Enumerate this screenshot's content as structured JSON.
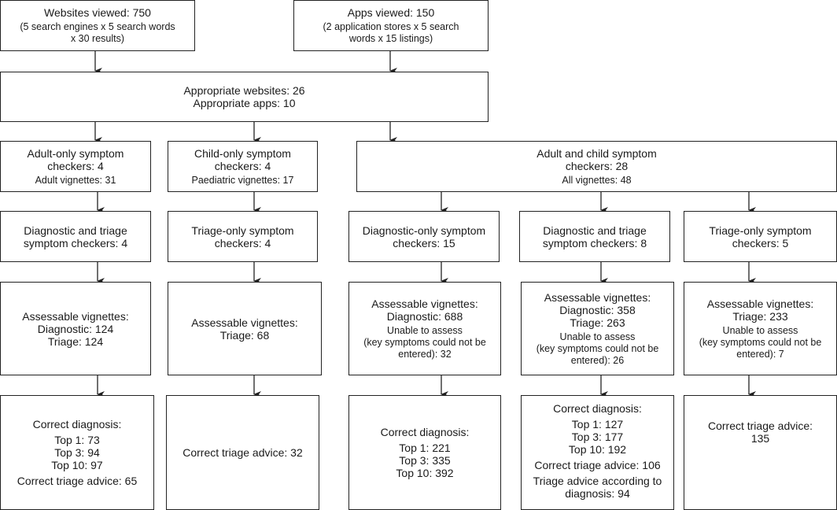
{
  "websites": {
    "title": "Websites viewed: 750",
    "detail": "(5 search engines x 5 search words\nx 30 results)"
  },
  "apps": {
    "title": "Apps viewed: 150",
    "detail": "(2 application stores x 5 search\nwords x 15 listings)"
  },
  "appropriate": {
    "websites": "Appropriate websites: 26",
    "apps": "Appropriate apps: 10"
  },
  "adult": {
    "group": "Adult-only symptom\ncheckers: 4",
    "vignettes": "Adult vignettes: 31",
    "type": "Diagnostic and triage\nsymptom checkers: 4",
    "assess_title": "Assessable vignettes:",
    "assess_lines": "Diagnostic: 124\nTriage: 124",
    "result_title": "Correct diagnosis:",
    "result_lines": "Top 1: 73\nTop 3: 94\nTop 10: 97",
    "result_extra": "Correct triage advice: 65"
  },
  "child": {
    "group": "Child-only symptom\ncheckers: 4",
    "vignettes": "Paediatric vignettes: 17",
    "type": "Triage-only symptom\ncheckers: 4",
    "assess_title": "Assessable vignettes:",
    "assess_lines": "Triage: 68",
    "result_title": "Correct triage advice: 32"
  },
  "both": {
    "group": "Adult and child symptom\ncheckers: 28",
    "vignettes": "All vignettes: 48"
  },
  "diag_only": {
    "type": "Diagnostic-only symptom\ncheckers: 15",
    "assess_title": "Assessable vignettes:",
    "assess_lines": "Diagnostic: 688",
    "unable": "Unable to assess\n(key symptoms could not be\nentered): 32",
    "result_title": "Correct diagnosis:",
    "result_lines": "Top 1: 221\nTop 3: 335\nTop 10: 392"
  },
  "diag_triage": {
    "type": "Diagnostic and triage\nsymptom checkers: 8",
    "assess_title": "Assessable vignettes:",
    "assess_lines": "Diagnostic: 358\nTriage: 263",
    "unable": "Unable to assess\n(key symptoms could not be\nentered):  26",
    "result_title": "Correct diagnosis:",
    "result_lines": "Top 1: 127\nTop 3: 177\nTop 10: 192",
    "result_extra": "Correct triage advice: 106",
    "result_extra2": "Triage advice according to\ndiagnosis: 94"
  },
  "triage_only": {
    "type": "Triage-only symptom\ncheckers: 5",
    "assess_title": "Assessable vignettes:",
    "assess_lines": "Triage: 233",
    "unable": "Unable to assess\n(key symptoms could not be\nentered): 7",
    "result_title": "Correct triage advice:\n135"
  }
}
